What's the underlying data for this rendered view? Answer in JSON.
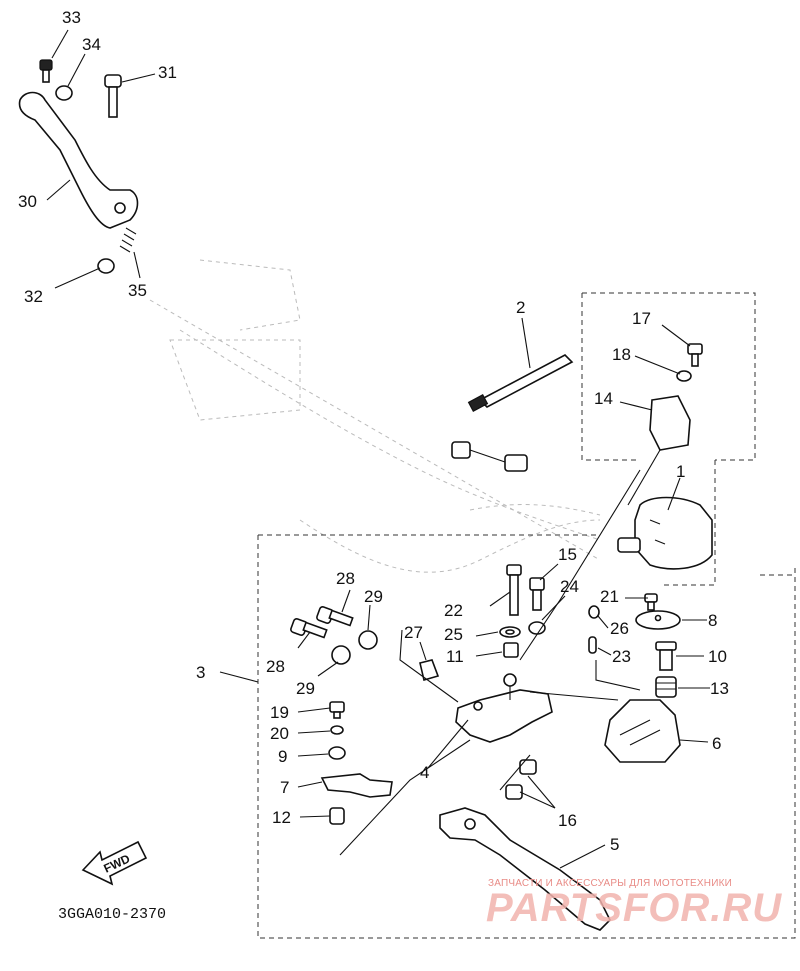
{
  "diagram_code": "3GGA010-2370",
  "fwd_label": "FWD",
  "watermark": {
    "subtitle": "ЗАПЧАСТИ И АКСЕССУАРЫ ДЛЯ МОТОТЕХНИКИ",
    "brand": "PARTSFOR.RU"
  },
  "callouts": {
    "c1": "1",
    "c2": "2",
    "c3": "3",
    "c4": "4",
    "c5": "5",
    "c6": "6",
    "c7": "7",
    "c8": "8",
    "c9": "9",
    "c10": "10",
    "c11": "11",
    "c12": "12",
    "c13": "13",
    "c14": "14",
    "c15": "15",
    "c16": "16",
    "c17": "17",
    "c18": "18",
    "c19": "19",
    "c20": "20",
    "c21": "21",
    "c22": "22",
    "c23": "23",
    "c24": "24",
    "c25": "25",
    "c26": "26",
    "c27": "27",
    "c28a": "28",
    "c28b": "28",
    "c29a": "29",
    "c29b": "29",
    "c30": "30",
    "c31": "31",
    "c32": "32",
    "c33": "33",
    "c34": "34",
    "c35": "35"
  }
}
